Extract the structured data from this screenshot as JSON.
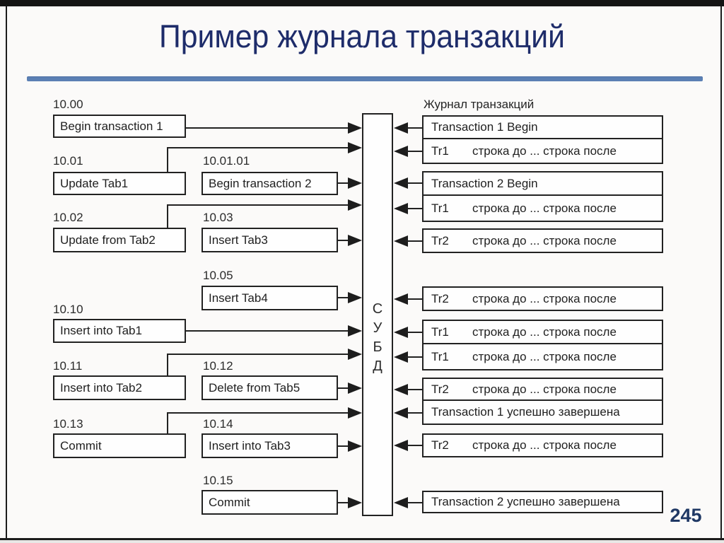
{
  "slide": {
    "title": "Пример журнала транзакций",
    "page_number": "245",
    "title_color": "#1e2c6a",
    "divider_color": "#5b80b4"
  },
  "dbms": {
    "label": "СУБД",
    "letters": [
      "С",
      "У",
      "Б",
      "Д"
    ]
  },
  "log": {
    "header": "Журнал транзакций",
    "entries": [
      {
        "prefix": "",
        "text": "Transaction 1 Begin"
      },
      {
        "prefix": "Tr1",
        "text": "строка до ... строка после"
      },
      {
        "prefix": "",
        "text": "Transaction 2 Begin"
      },
      {
        "prefix": "Tr1",
        "text": "строка до ... строка после"
      },
      {
        "prefix": "Tr2",
        "text": "строка до ... строка после"
      },
      {
        "prefix": "Tr2",
        "text": "строка до ... строка после"
      },
      {
        "prefix": "Tr1",
        "text": "строка до ... строка после"
      },
      {
        "prefix": "Tr1",
        "text": "строка до ... строка после"
      },
      {
        "prefix": "Tr2",
        "text": "строка до ... строка после"
      },
      {
        "prefix": "",
        "text": "Transaction 1 успешно завершена"
      },
      {
        "prefix": "Tr2",
        "text": "строка до ... строка после"
      },
      {
        "prefix": "",
        "text": "Transaction 2 успешно завершена"
      }
    ]
  },
  "operations": [
    {
      "time": "10.00",
      "label": "Begin transaction 1"
    },
    {
      "time": "10.01",
      "label": "Update Tab1"
    },
    {
      "time": "10.01.01",
      "label": "Begin transaction 2"
    },
    {
      "time": "10.02",
      "label": "Update from Tab2"
    },
    {
      "time": "10.03",
      "label": "Insert Tab3"
    },
    {
      "time": "10.05",
      "label": "Insert Tab4"
    },
    {
      "time": "10.10",
      "label": "Insert into Tab1"
    },
    {
      "time": "10.11",
      "label": "Insert into Tab2"
    },
    {
      "time": "10.12",
      "label": "Delete from Tab5"
    },
    {
      "time": "10.13",
      "label": "Commit"
    },
    {
      "time": "10.14",
      "label": "Insert into Tab3"
    },
    {
      "time": "10.15",
      "label": "Commit"
    }
  ]
}
